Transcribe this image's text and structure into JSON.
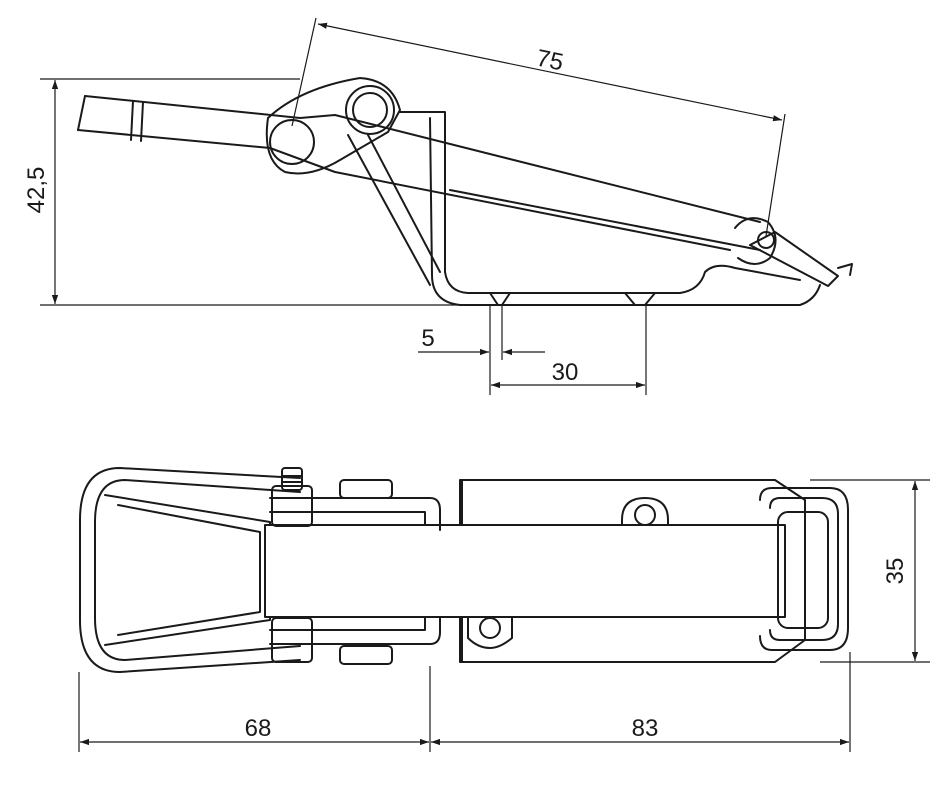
{
  "dimensions": {
    "side_length": "75",
    "side_height": "42,5",
    "hole_offset": "5",
    "hole_spacing": "30",
    "top_width": "35",
    "top_length_left": "68",
    "top_length_right": "83"
  },
  "colors": {
    "line": "#1a1a1a",
    "background": "#ffffff"
  }
}
